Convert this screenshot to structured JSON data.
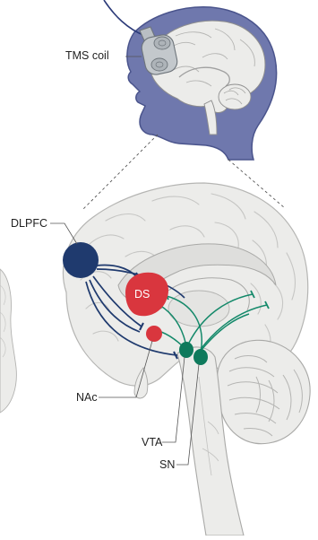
{
  "labels": {
    "tms_coil": "TMS coil",
    "dlpfc": "DLPFC",
    "ds": "DS",
    "nac": "NAc",
    "vta": "VTA",
    "sn": "SN"
  },
  "colors": {
    "head_fill": "#6f78ad",
    "head_outline": "#4a548c",
    "brain_fill": "#ececea",
    "brain_line": "#bdbdbb",
    "dlpfc": "#1f3a6e",
    "pathway_blue": "#1f3a6e",
    "striatum_red": "#d9363e",
    "pathway_green": "#14896a",
    "midbrain_green": "#0e7a5c",
    "coil": "#b9bfc4"
  }
}
